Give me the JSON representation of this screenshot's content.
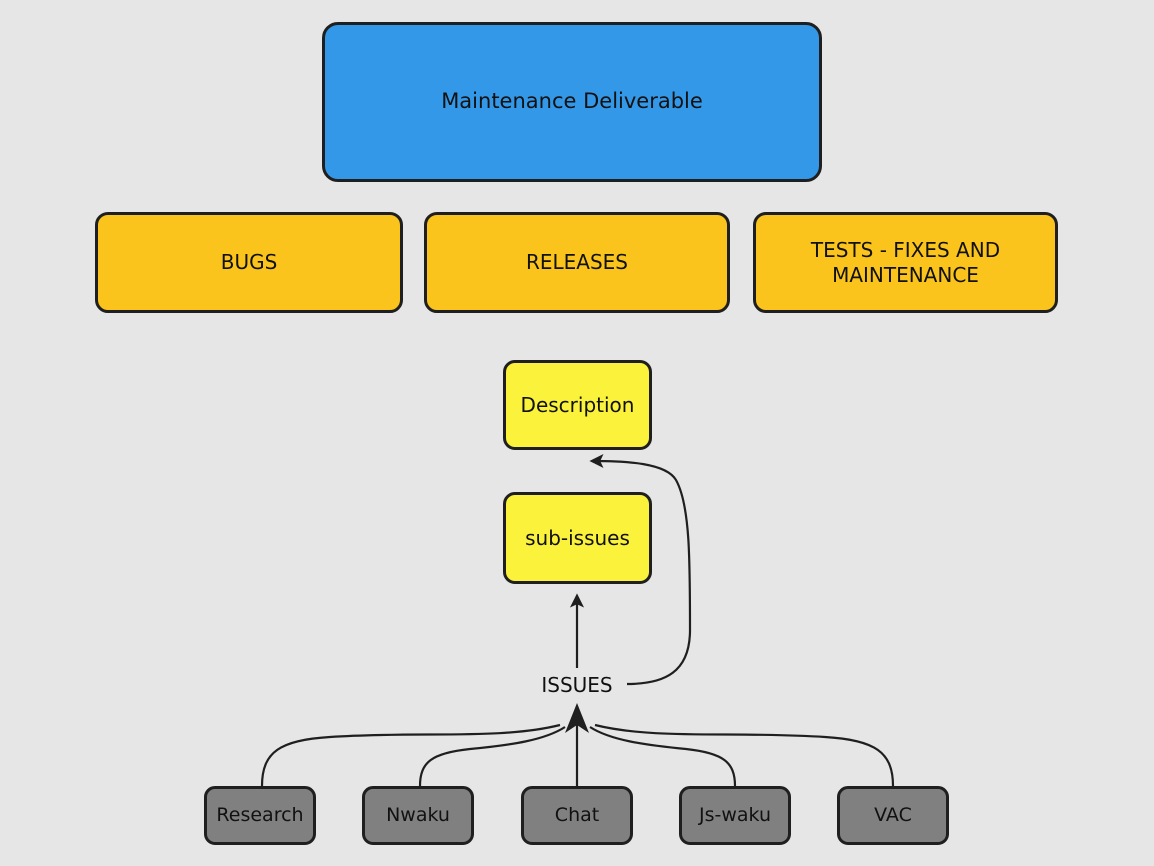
{
  "diagram": {
    "title_node": {
      "label": "Maintenance Deliverable",
      "color": "#3498e8"
    },
    "background_color": "#e6e6e6",
    "phases": [
      {
        "label": "BUGS",
        "color": "#fac41c"
      },
      {
        "label": "RELEASES",
        "color": "#fac41c"
      },
      {
        "label": "TESTS - FIXES AND MAINTENANCE",
        "line1": "TESTS - FIXES AND",
        "line2": "MAINTENANCE",
        "color": "#fac41c"
      }
    ],
    "issue_nodes": [
      {
        "label": "Description",
        "color": "#fbf23c"
      },
      {
        "label": "sub-issues",
        "color": "#fbf23c"
      }
    ],
    "edge_labels": [
      {
        "label": "ISSUES"
      }
    ],
    "sources": [
      {
        "label": "Research",
        "color": "#808080"
      },
      {
        "label": "Nwaku",
        "color": "#808080"
      },
      {
        "label": "Chat",
        "color": "#808080"
      },
      {
        "label": "Js-waku",
        "color": "#808080"
      },
      {
        "label": "VAC",
        "color": "#808080"
      }
    ],
    "edges": [
      {
        "from": "ISSUES",
        "to": "sub-issues"
      },
      {
        "from": "ISSUES",
        "to": "Description"
      },
      {
        "from": "Research",
        "to": "ISSUES"
      },
      {
        "from": "Nwaku",
        "to": "ISSUES"
      },
      {
        "from": "Chat",
        "to": "ISSUES"
      },
      {
        "from": "Js-waku",
        "to": "ISSUES"
      },
      {
        "from": "VAC",
        "to": "ISSUES"
      }
    ]
  }
}
